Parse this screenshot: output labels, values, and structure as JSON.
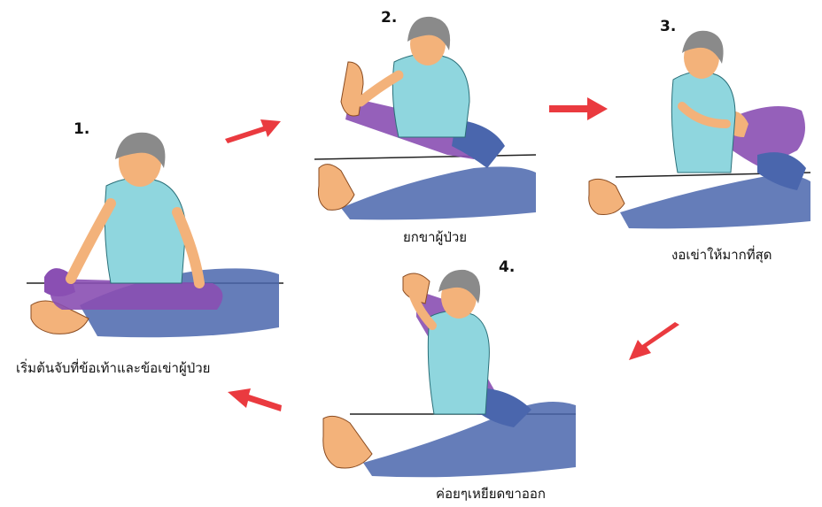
{
  "steps": [
    {
      "number": "1.",
      "caption": "เริ่มต้นจับที่ข้อเท้าและข้อเข่าผู้ป่วย"
    },
    {
      "number": "2.",
      "caption": "ยกขาผู้ป่วย"
    },
    {
      "number": "3.",
      "caption": "งอเข่าให้มากที่สุด"
    },
    {
      "number": "4.",
      "caption": "ค่อยๆเหยียดขาออก"
    }
  ],
  "colors": {
    "arrow": "#e8252a",
    "uniform": "#8fd6de",
    "hair": "#8a8a8a",
    "skin": "#f3b27a",
    "leg": "#8a4fb3",
    "pants": "#4a66ad"
  }
}
